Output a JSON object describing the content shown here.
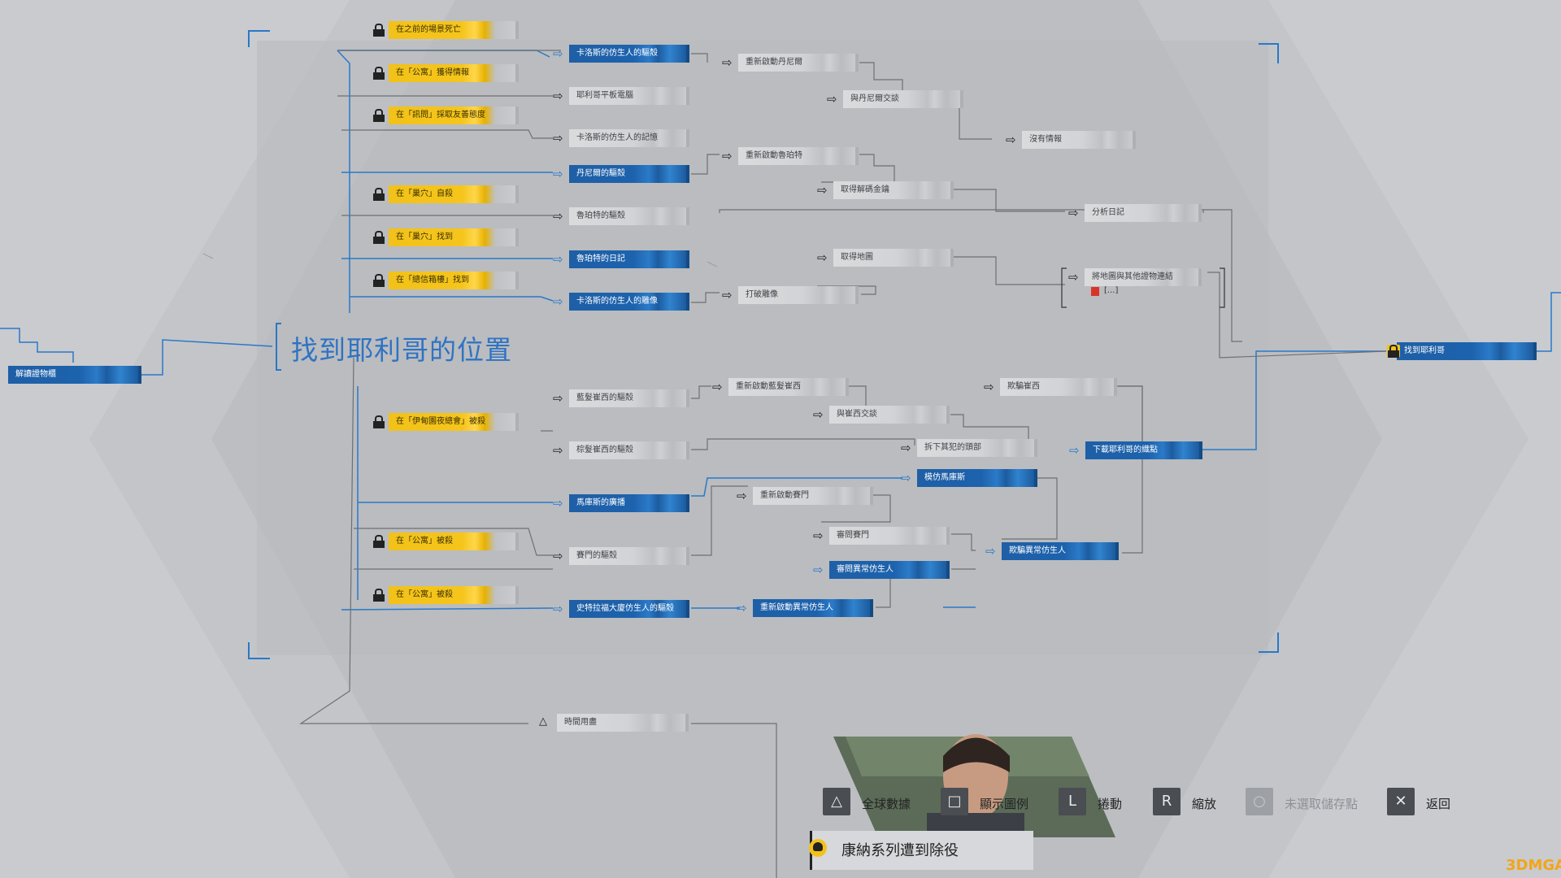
{
  "chapter_title": "找到耶利哥的位置",
  "left_node": "解讀證物櫃",
  "right_node": "找到耶利哥",
  "column_a": [
    {
      "label": "在之前的場景死亡",
      "style": "yellow"
    },
    {
      "label": "在「公寓」獲得情報",
      "style": "yellow"
    },
    {
      "label": "在「訊問」採取友善態度",
      "style": "yellow"
    },
    {
      "label": "在「巢穴」自殺",
      "style": "yellow"
    },
    {
      "label": "在「巢穴」找到",
      "style": "yellow"
    },
    {
      "label": "在「總信箱樓」找到",
      "style": "yellow"
    },
    {
      "label": "在「伊甸園夜總會」被殺",
      "style": "yellow"
    },
    {
      "label": "在「公寓」被殺",
      "style": "yellow"
    },
    {
      "label": "在「公寓」被殺",
      "style": "yellow"
    }
  ],
  "column_b": [
    {
      "label": "卡洛斯的仿生人的驅殼",
      "style": "blue"
    },
    {
      "label": "耶利哥平板電腦",
      "style": "gray"
    },
    {
      "label": "卡洛斯的仿生人的記憶",
      "style": "gray"
    },
    {
      "label": "丹尼爾的驅殼",
      "style": "blue"
    },
    {
      "label": "魯珀特的驅殼",
      "style": "gray"
    },
    {
      "label": "魯珀特的日記",
      "style": "blue"
    },
    {
      "label": "卡洛斯的仿生人的雕像",
      "style": "blue"
    },
    {
      "label": "藍髮崔西的驅殼",
      "style": "gray"
    },
    {
      "label": "棕髮崔西的驅殼",
      "style": "gray"
    },
    {
      "label": "馬庫斯的廣播",
      "style": "blue"
    },
    {
      "label": "賽門的驅殼",
      "style": "gray"
    },
    {
      "label": "史特拉福大廈仿生人的驅殼",
      "style": "blue"
    }
  ],
  "column_c": [
    {
      "label": "重新啟動丹尼爾",
      "style": "gray"
    },
    {
      "label": "重新啟動魯珀特",
      "style": "gray"
    },
    {
      "label": "打破雕像",
      "style": "gray"
    },
    {
      "label": "重新啟動藍髮崔西",
      "style": "gray"
    },
    {
      "label": "重新啟動賽門",
      "style": "gray"
    },
    {
      "label": "重新啟動異常仿生人",
      "style": "blue"
    }
  ],
  "column_d": [
    {
      "label": "與丹尼爾交談",
      "style": "gray"
    },
    {
      "label": "取得解碼金鑰",
      "style": "gray"
    },
    {
      "label": "取得地圖",
      "style": "gray"
    },
    {
      "label": "與崔西交談",
      "style": "gray"
    },
    {
      "label": "拆下其犯的頭部",
      "style": "gray"
    },
    {
      "label": "模仿馬庫斯",
      "style": "blue"
    },
    {
      "label": "審問賽門",
      "style": "gray"
    },
    {
      "label": "審問異常仿生人",
      "style": "blue"
    }
  ],
  "column_e": [
    {
      "label": "沒有情報",
      "style": "gray"
    },
    {
      "label": "分析日記",
      "style": "gray"
    },
    {
      "label": "將地圖與其他證物連結",
      "style": "gray"
    },
    {
      "label": "[...]",
      "style": "plain"
    },
    {
      "label": "欺騙崔西",
      "style": "gray"
    },
    {
      "label": "下載耶利哥的織點",
      "style": "blue"
    },
    {
      "label": "欺騙異常仿生人",
      "style": "blue"
    }
  ],
  "bottom_node": "時間用盡",
  "ending_node": "康納系列遭到除役",
  "button_bar": [
    {
      "glyph": "△",
      "label": "全球數據",
      "dim": false
    },
    {
      "glyph": "□",
      "label": "顯示圖例",
      "dim": false
    },
    {
      "glyph": "L",
      "label": "捲動",
      "dim": false
    },
    {
      "glyph": "R",
      "label": "縮放",
      "dim": false
    },
    {
      "glyph": "○",
      "label": "未選取儲存點",
      "dim": true
    },
    {
      "glyph": "✕",
      "label": "返回",
      "dim": false
    }
  ],
  "colors": {
    "accent_blue": "#1e5fa6",
    "lock_yellow": "#f2c21a",
    "line_blue": "#2a78c8"
  }
}
